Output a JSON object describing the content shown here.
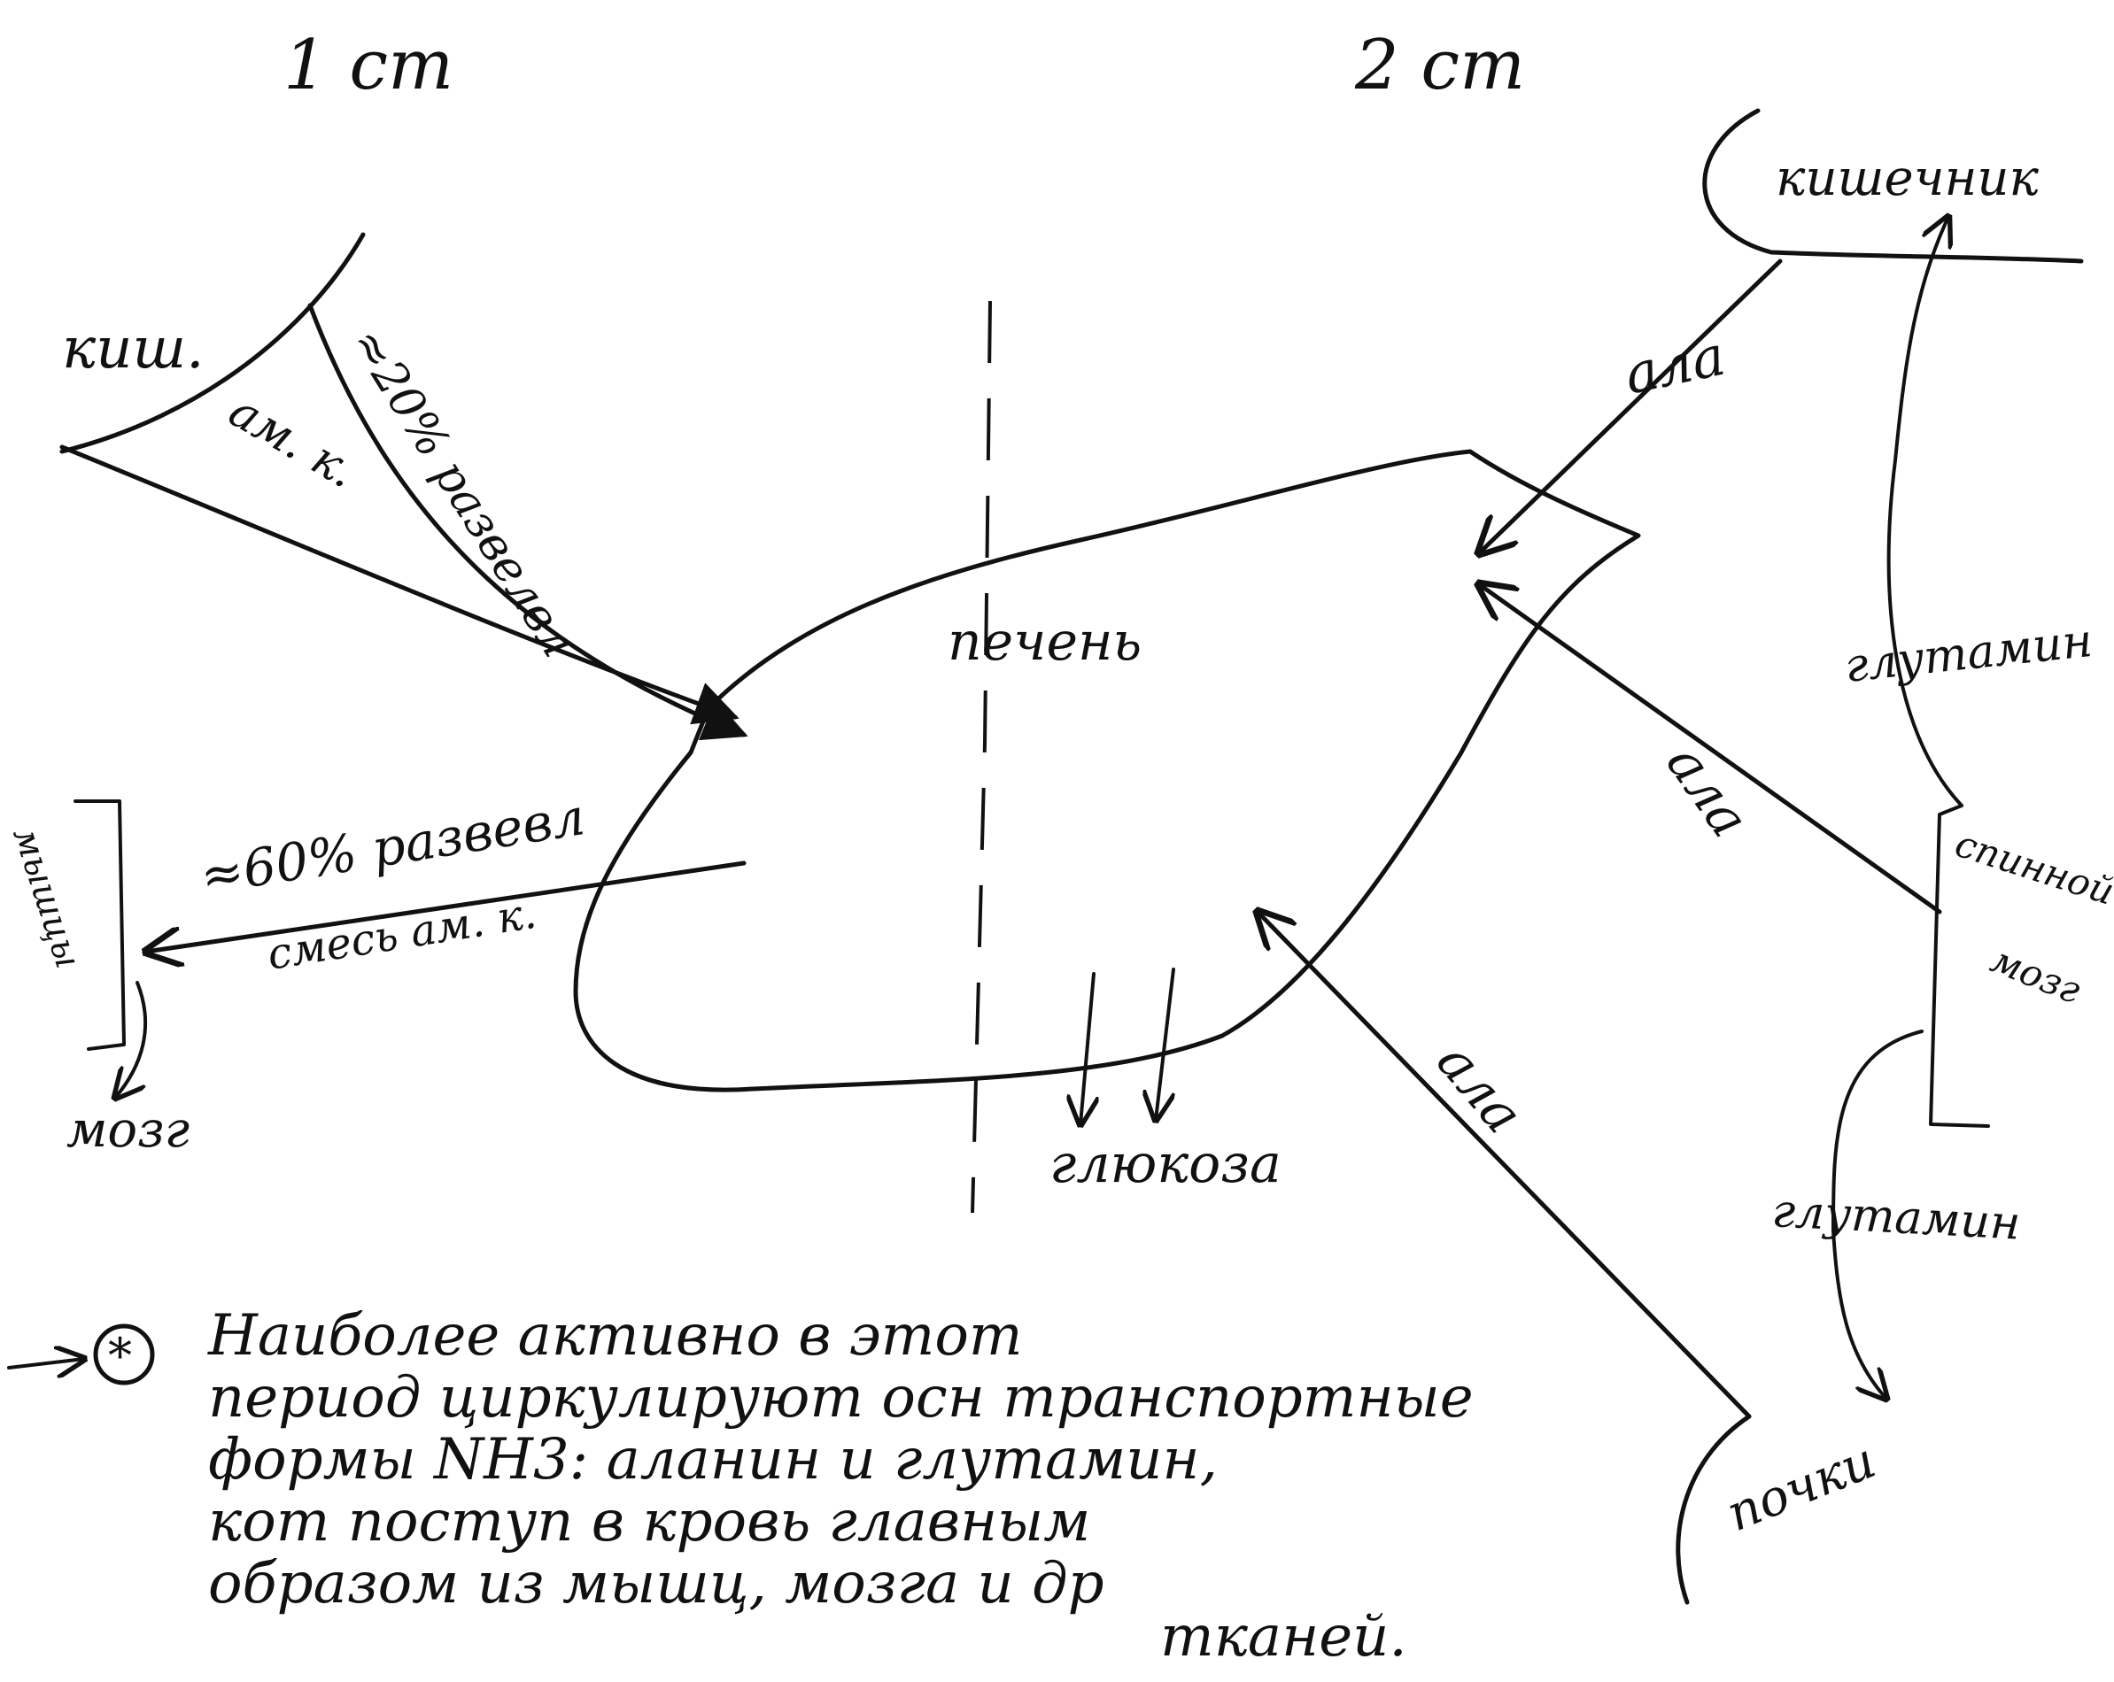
{
  "diagram": {
    "headers": {
      "phase1": "1 ст",
      "phase2": "2 ст"
    },
    "organs": {
      "liver": "печень",
      "intestine_short": "киш.",
      "intestine": "кишечник",
      "muscles": "мышцы",
      "brain_left": "мозг",
      "brain_spinal": "спинной мозг",
      "kidneys": "почки",
      "glucose": "глюкоза"
    },
    "edge_labels": {
      "amino_acids": "ам. к.",
      "pct20": "≈20% развелвл",
      "pct60": "≈60% развевл",
      "mixture": "смесь ам. к.",
      "ala_top": "ала",
      "ala_middle": "ала",
      "ala_bottom": "ала",
      "gln_top": "глутамин",
      "gln_bottom": "глутамин"
    },
    "note": {
      "lines": [
        "Наиболее активно в этот",
        "период циркулируют осн транспортные",
        "формы NH3: аланин и глутамин,",
        "кот поступ в кровь главным",
        "образом из мышц, мозга и др",
        "тканей."
      ]
    }
  }
}
